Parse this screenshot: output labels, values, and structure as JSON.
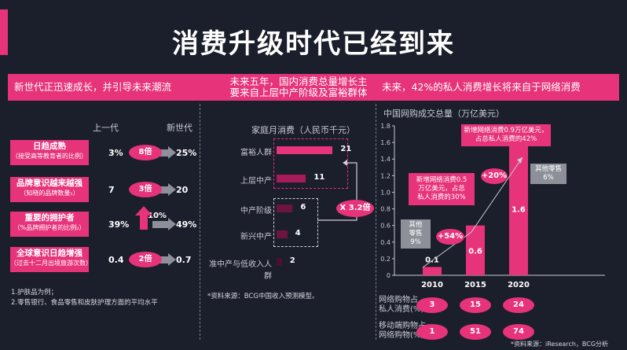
{
  "title": "消费升级时代已经到来",
  "band": {
    "left": "新世代正迅速成长，并引导未来潮流",
    "mid_line1": "未来五年，国内消费总量增长主",
    "mid_line2": "要来自上层中产阶级及富裕群体",
    "right": "未来，42%的私人消费增长将来自于网络消费"
  },
  "left": {
    "col_prev": "上一代",
    "col_new": "新世代",
    "rows": [
      {
        "title": "日趋成熟",
        "sub": "（接受高等教育者的比例）",
        "prev": "3%",
        "mult": "8倍",
        "new": "25%"
      },
      {
        "title": "品牌意识越来越强",
        "sub": "（知晓的品牌数量₁）",
        "prev": "7",
        "mult": "3倍",
        "new": "20"
      },
      {
        "title": "重要的拥护者",
        "sub": "（%品牌拥护者的比例₂）",
        "prev": "39%",
        "mult": "10%",
        "new": "49%"
      },
      {
        "title": "全球意识日趋增强",
        "sub": "（过去十二月出境旅游次数）",
        "prev": "0.4",
        "mult": "2倍",
        "new": "0.7"
      }
    ],
    "footnote1": "1.护肤品为例；",
    "footnote2": "2.零售银行、食品零售和皮肤护理方面的平均水平"
  },
  "middle": {
    "header": "家庭月消费（人民币千元）",
    "multiplier": "X 3.2倍",
    "source": "*资料来源：BCG中国收入预测模型。",
    "bars": [
      {
        "label": "富裕人群",
        "value": 21,
        "color": "#e6337a"
      },
      {
        "label": "上层中产",
        "value": 11,
        "color": "#a61c5a"
      },
      {
        "label": "中产阶级",
        "value": 6,
        "color": "#6b1540"
      },
      {
        "label": "新兴中产",
        "value": 4,
        "color": "#6b1540"
      },
      {
        "label": "准中产与低收入人群",
        "value": 2,
        "color": "#4a1030"
      }
    ]
  },
  "right": {
    "header": "中国网购成交总量（万亿美元）",
    "callout_top_l1": "新增网络消费0.9万亿美元，",
    "callout_top_l2": "占总私人消费的42%",
    "callout_mid_l1": "新增网络消费0.5",
    "callout_mid_l2": "万亿美元，占总",
    "callout_mid_l3": "私人消费的30%",
    "growth_1": "+54%",
    "growth_2": "+20%",
    "other_l1": "其他",
    "other_l2": "零售",
    "other_l3": "9%",
    "other2_l1": "其他零售",
    "other2_l2": "6%",
    "row1_l1": "网络购物占",
    "row1_l2": "私人消费(%)",
    "row1_vals": [
      "3",
      "15",
      "24"
    ],
    "row2_l1": "移动端购物占",
    "row2_l2": "网络购物(%)",
    "row2_vals": [
      "1",
      "51",
      "74"
    ],
    "source": "*资料来源：iResearch，BCG分析"
  },
  "chart_data": {
    "type": "bar",
    "title": "中国网购成交总量（万亿美元）",
    "categories": [
      "2010",
      "2015",
      "2020"
    ],
    "values": [
      0.1,
      0.6,
      1.6
    ],
    "ylim": [
      0,
      1.8
    ],
    "yticks": [
      "0",
      "0.2",
      "0.4",
      "0.6",
      "0.8",
      "1.0",
      "1.2",
      "1.4",
      "1.6",
      "1.8"
    ],
    "bar_color": "#e6337a"
  }
}
